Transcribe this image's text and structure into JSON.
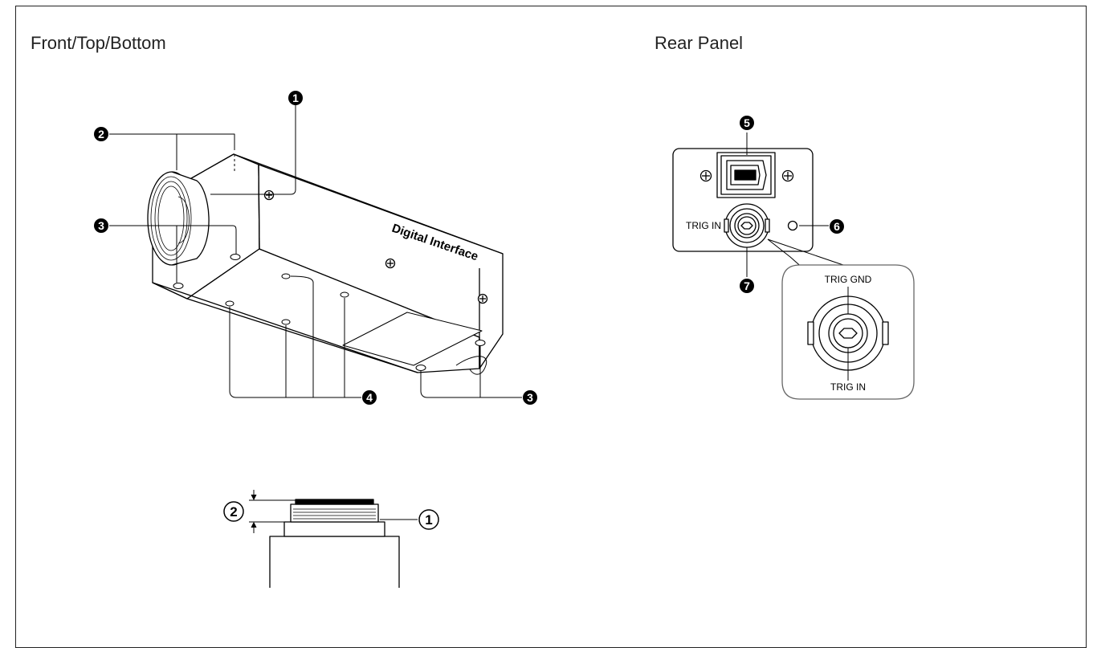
{
  "headings": {
    "front": "Front/Top/Bottom",
    "rear": "Rear Panel"
  },
  "camera_body_text": "Digital Interface",
  "callouts": {
    "c1": "1",
    "c2": "2",
    "c3_front": "3",
    "c3_bottom": "3",
    "c4": "4",
    "c5": "5",
    "c6": "6",
    "c7": "7"
  },
  "rear_panel": {
    "trig_in_label": "TRIG IN",
    "detail_top_label": "TRIG GND",
    "detail_bottom_label": "TRIG IN"
  },
  "lens_mount_detail": {
    "label_1": "1",
    "label_2": "2"
  }
}
